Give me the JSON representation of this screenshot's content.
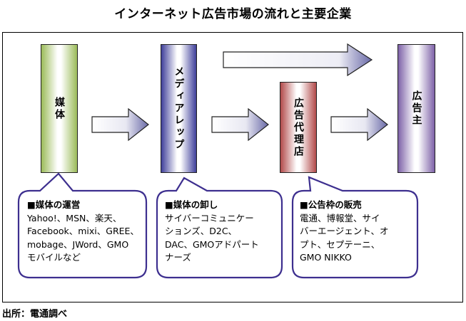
{
  "title": "インターネット広告市場の流れと主要企業",
  "columns": [
    {
      "id": "media",
      "label": "媒体",
      "color": "#9bbb59"
    },
    {
      "id": "media-rep",
      "label": "メディアレップ",
      "color": "#3f3f9a"
    },
    {
      "id": "ad-agency",
      "label": "広告代理店",
      "color": "#b24a4a"
    },
    {
      "id": "advertiser",
      "label": "広告主",
      "color": "#7e62a8"
    }
  ],
  "callouts": [
    {
      "heading": "■媒体の運営",
      "lines": [
        "Yahoo!、MSN、楽天、",
        "Facebook、mixi、GREE、",
        "mobage、JWord、GMO",
        "モバイルなど"
      ]
    },
    {
      "heading": "■媒体の卸し",
      "lines": [
        "サイバーコミュニケー",
        "ションズ、D2C、",
        "DAC、GMOアドパート",
        "ナーズ"
      ]
    },
    {
      "heading": "■公告枠の販売",
      "lines": [
        "電通、博報堂、サイ",
        "バーエージェント、オ",
        "プト、セプテーニ、",
        "GMO NIKKO"
      ]
    }
  ],
  "callout_border_color": "#3d2f8f",
  "source": "出所：電通調べ"
}
